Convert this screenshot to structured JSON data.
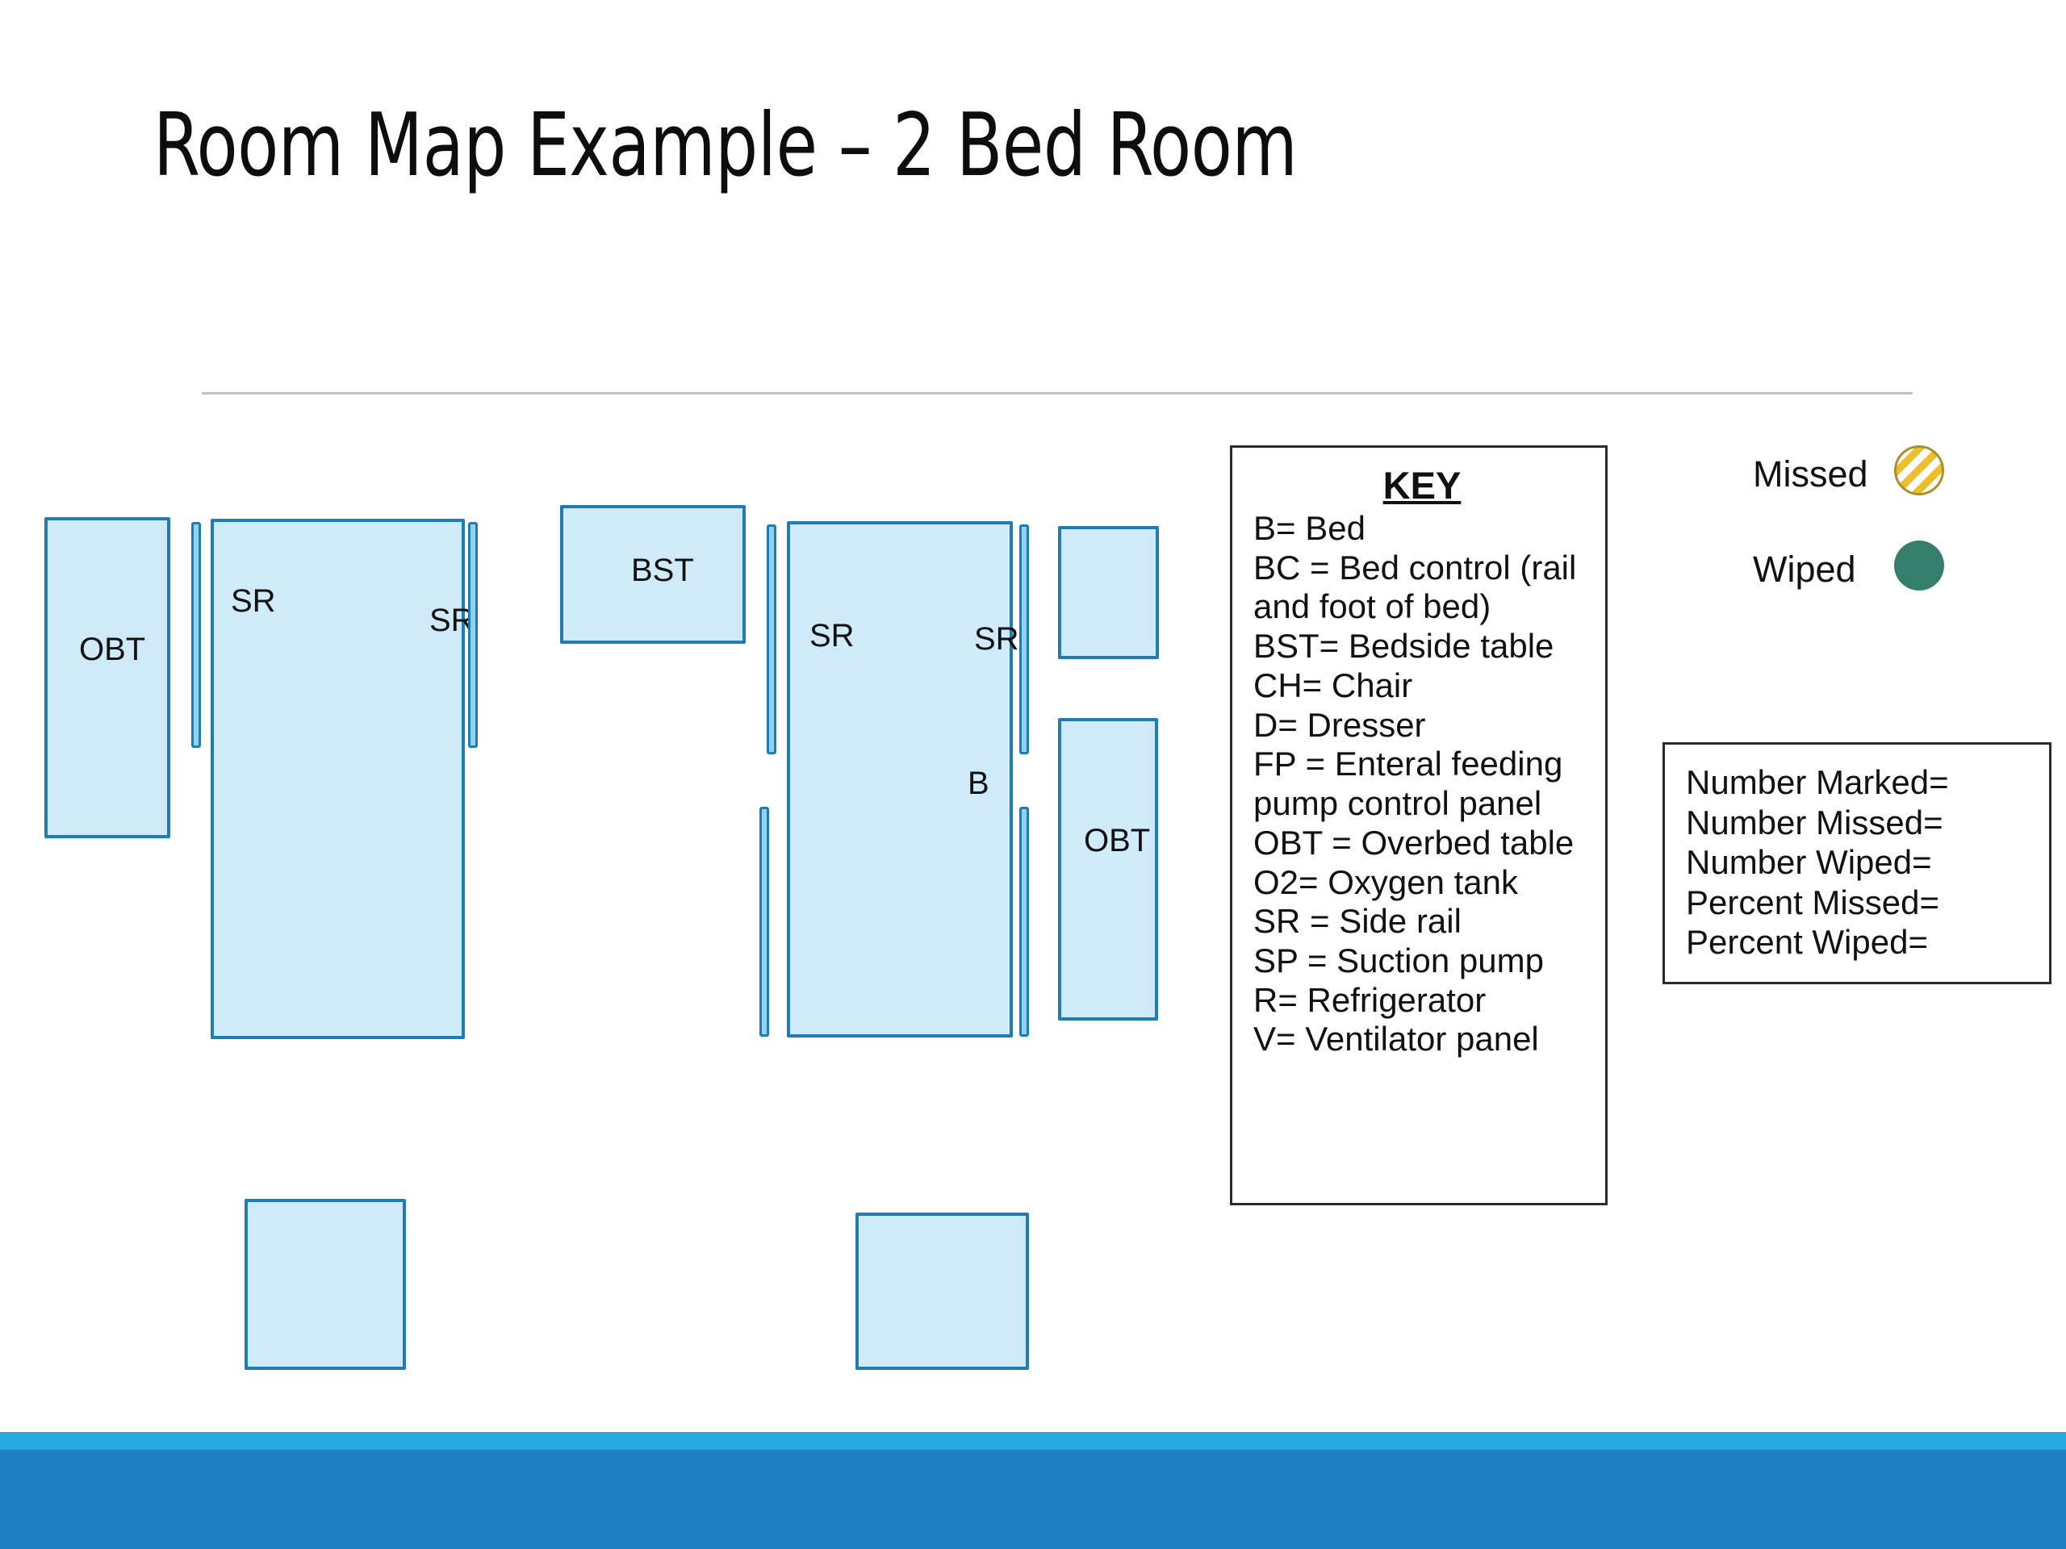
{
  "slide": {
    "title": "Room Map Example – 2 Bed Room"
  },
  "key_box": {
    "title": "KEY",
    "entries": [
      "B= Bed",
      "BC = Bed control (rail and foot of bed)",
      "BST= Bedside table",
      "CH= Chair",
      "D= Dresser",
      "FP = Enteral feeding pump control panel",
      "OBT = Overbed table",
      "O2= Oxygen tank",
      "SR = Side rail",
      "SP = Suction pump",
      "R= Refrigerator",
      "V= Ventilator panel"
    ]
  },
  "legend": {
    "items": [
      {
        "label": "Missed",
        "swatch": "hatched-gold-circle",
        "color": "#edbf2c"
      },
      {
        "label": "Wiped",
        "swatch": "solid-teal-circle",
        "color": "#357e6c"
      }
    ]
  },
  "stats_box": {
    "lines": [
      "Number Marked=",
      "Number Missed=",
      "Number Wiped=",
      "Percent Missed=",
      "Percent Wiped="
    ]
  },
  "room_map": {
    "colors": {
      "shape_fill": "#cfeaf8",
      "shape_border": "#1f7cb4",
      "rail_fill": "#8fd3f0"
    },
    "labels": {
      "bed_left_sr_near": "SR",
      "bed_left_sr_far": "SR",
      "obt_left": "OBT",
      "bst": "BST",
      "bed_right_sr_near": "SR",
      "bed_right_sr_far": "SR",
      "bed_right_b": "B",
      "obt_right": "OBT"
    }
  },
  "footer": {
    "bar_light_color": "#27aae1",
    "bar_dark_color": "#1f7fc4"
  }
}
